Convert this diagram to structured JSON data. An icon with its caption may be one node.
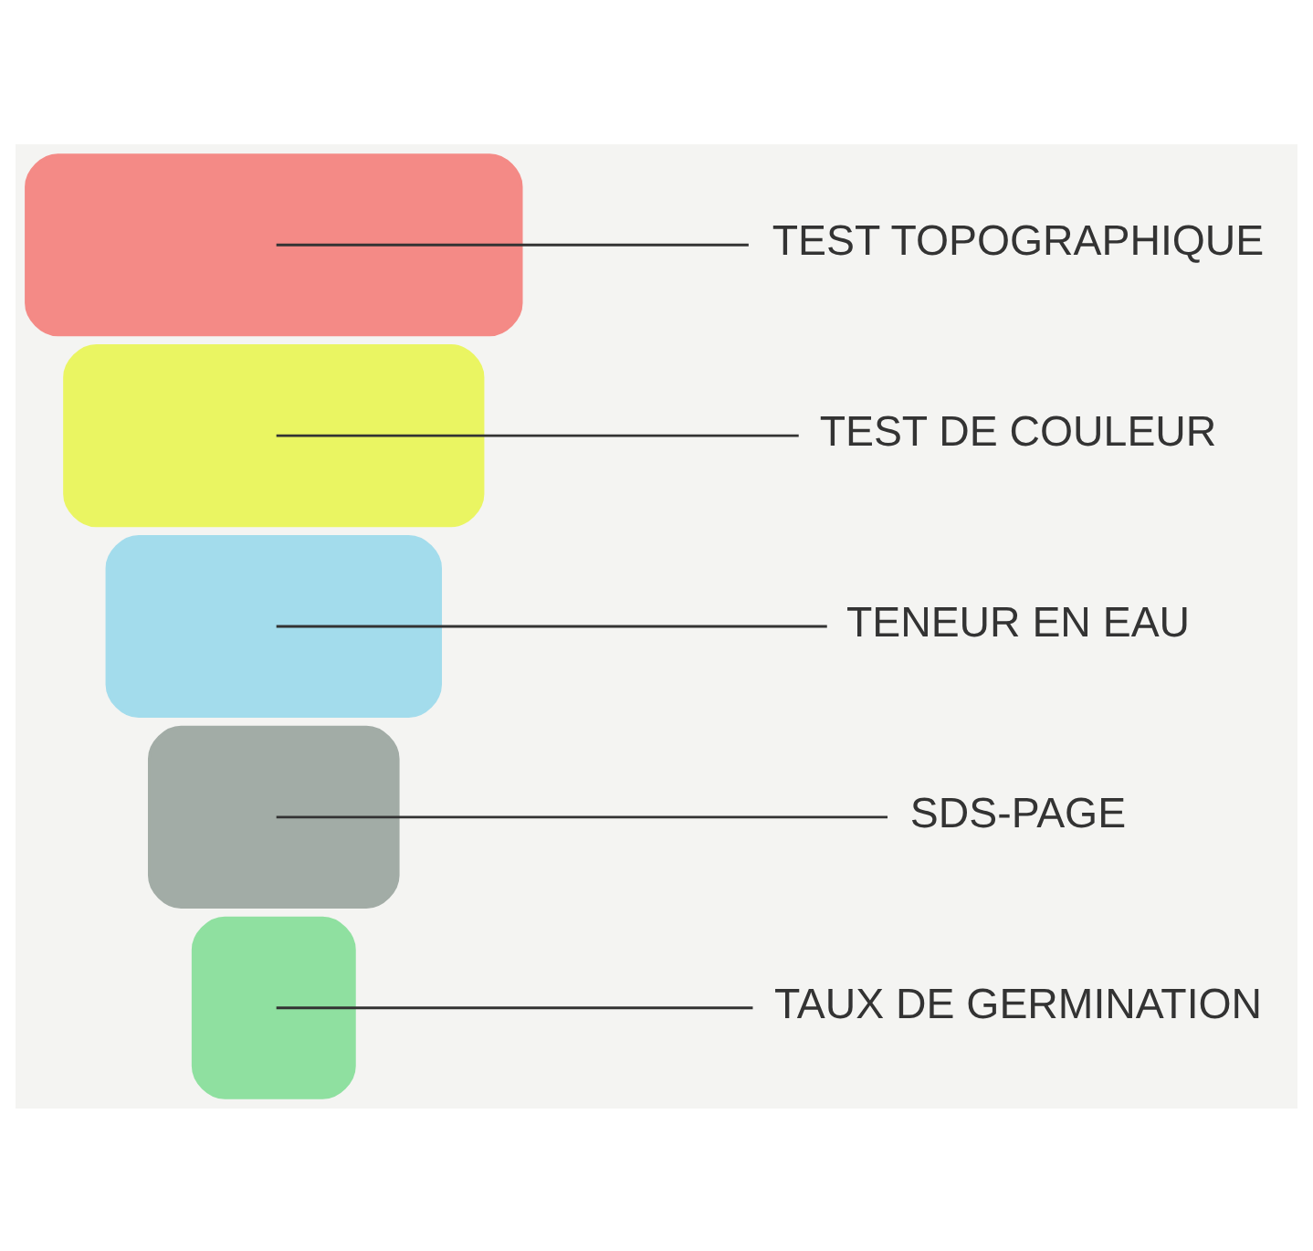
{
  "diagram": {
    "nodes": [
      {
        "text": [],
        "shape": "bar"
      },
      {
        "text": [
          "TEST TOPOGRAPHIQUE"
        ]
      },
      {
        "text": [],
        "shape": "bar"
      },
      {
        "text": [
          "TEST DE COULEUR"
        ]
      },
      {
        "text": [],
        "shape": "bar"
      },
      {
        "text": [
          "TENEUR EN EAU"
        ]
      },
      {
        "text": [],
        "shape": "bar"
      },
      {
        "text": [
          "SDS-PAGE"
        ]
      },
      {
        "text": [],
        "shape": "bar"
      },
      {
        "text": [
          "TAUX DE GERMINATION"
        ]
      }
    ],
    "edges": [
      {
        "from": 1,
        "to": 0,
        "arrow": "none"
      },
      {
        "from": 3,
        "to": 2,
        "arrow": "none"
      },
      {
        "from": 5,
        "to": 4,
        "arrow": "none"
      },
      {
        "from": 7,
        "to": 6,
        "arrow": "none"
      },
      {
        "from": 9,
        "to": 8,
        "arrow": "none"
      }
    ]
  }
}
